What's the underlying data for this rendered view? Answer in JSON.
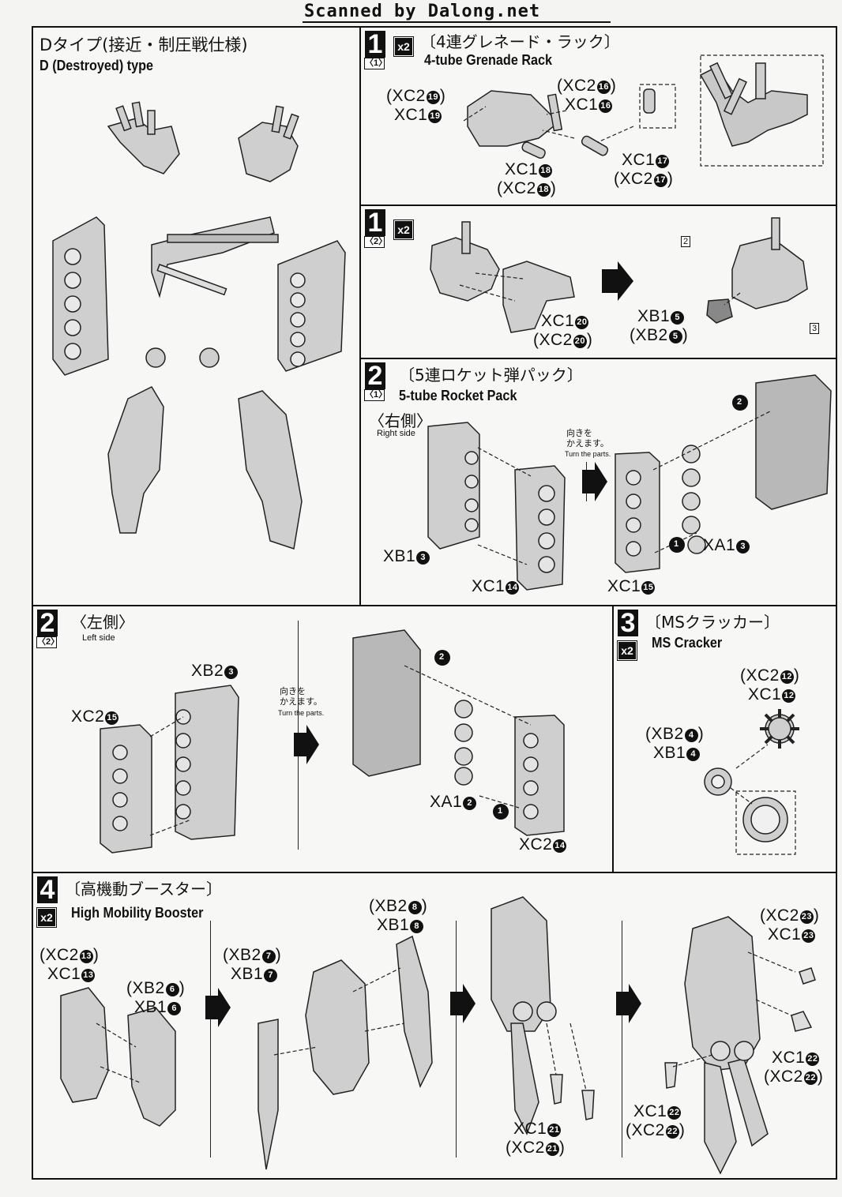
{
  "header": {
    "scan_credit": "Scanned by Dalong.net"
  },
  "type_panel": {
    "title_jp": "Dタイプ(接近・制圧戦仕様)",
    "title_en": "D (Destroyed) type"
  },
  "step1_1": {
    "num": "1",
    "sub": "〈1〉",
    "mult": "x2",
    "title_jp": "〔4連グレネード・ラック〕",
    "title_en": "4-tube Grenade Rack",
    "labels": [
      "(XC2",
      "XC1",
      "(XC2",
      "XC1",
      "XC1",
      "(XC2",
      "XC1",
      "(XC2"
    ],
    "marks": [
      "19",
      "19",
      "16",
      "16",
      "18",
      "18",
      "17",
      "17"
    ]
  },
  "step1_2": {
    "num": "1",
    "sub": "〈2〉",
    "mult": "x2",
    "labels": [
      "XC1",
      "(XC2",
      "XB1",
      "(XB2"
    ],
    "marks": [
      "20",
      "20",
      "5",
      "5"
    ],
    "ref_a": "2",
    "ref_b": "3"
  },
  "step2_1": {
    "num": "2",
    "sub": "〈1〉",
    "title_jp": "〔5連ロケット弾パック〕",
    "title_en": "5-tube Rocket Pack",
    "side_jp": "〈右側〉",
    "side_en": "Right side",
    "turn_jp": "向きを\nかえます。",
    "turn_en": "Turn the parts.",
    "labels": [
      "XB1",
      "XC1",
      "XC1",
      "XA1"
    ],
    "marks": [
      "3",
      "14",
      "15",
      "3"
    ],
    "order_a": "1",
    "order_b": "2"
  },
  "step2_2": {
    "num": "2",
    "sub": "〈2〉",
    "side_jp": "〈左側〉",
    "side_en": "Left side",
    "turn_jp": "向きを\nかえます。",
    "turn_en": "Turn the parts.",
    "labels": [
      "XB2",
      "XC2",
      "XA1",
      "XC2"
    ],
    "marks": [
      "3",
      "15",
      "2",
      "14"
    ],
    "order_a": "1",
    "order_b": "2"
  },
  "step3": {
    "num": "3",
    "mult": "x2",
    "title_jp": "〔MSクラッカー〕",
    "title_en": "MS Cracker",
    "labels": [
      "(XC2",
      "XC1",
      "(XB2",
      "XB1"
    ],
    "marks": [
      "12",
      "12",
      "4",
      "4"
    ]
  },
  "step4": {
    "num": "4",
    "mult": "x2",
    "title_jp": "〔高機動ブースター〕",
    "title_en": "High Mobility Booster",
    "labels": [
      "(XC2",
      "XC1",
      "(XB2",
      "XB1",
      "(XB2",
      "XB1",
      "(XB2",
      "XB1",
      "XC1",
      "(XC2",
      "(XC2",
      "XC1",
      "XC1",
      "(XC2",
      "XC1",
      "(XC2"
    ],
    "marks": [
      "13",
      "13",
      "6",
      "6",
      "7",
      "7",
      "8",
      "8",
      "21",
      "21",
      "23",
      "23",
      "22",
      "22",
      "22",
      "22"
    ]
  }
}
